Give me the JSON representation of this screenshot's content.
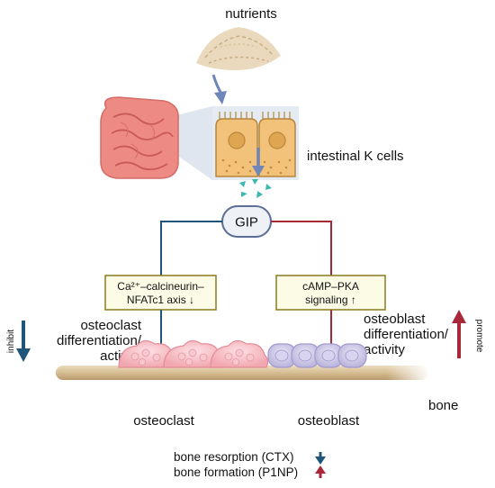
{
  "nutrients": {
    "label": "nutrients"
  },
  "cells": {
    "label": "intestinal K cells"
  },
  "hormone": {
    "label": "GIP"
  },
  "left_pathway": {
    "line1": "Ca²⁺–calcineurin–",
    "line2": "NFATc1 axis ↓"
  },
  "right_pathway": {
    "line1": "cAMP–PKA",
    "line2": "signaling ↑"
  },
  "osteoclast_effect": {
    "line1": "osteoclast",
    "line2": "differentiation/",
    "line3": "activity"
  },
  "osteoblast_effect": {
    "line1": "osteoblast",
    "line2": "differentiation/",
    "line3": "activity"
  },
  "inhibit": {
    "label": "inhibit"
  },
  "promote": {
    "label": "promote"
  },
  "bone": {
    "label": "bone"
  },
  "osteoclast": {
    "label": "osteoclast"
  },
  "osteoblast": {
    "label": "osteoblast"
  },
  "markers": {
    "resorption": "bone resorption (CTX)",
    "formation": "bone formation (P1NP)"
  },
  "colors": {
    "inhibit_blue": "#1e5578",
    "promote_red": "#a8283a",
    "box_fill": "#fbfbe6",
    "box_border": "#8a7a22",
    "bone": "#d8c29c",
    "intestine": "#ee8a84",
    "k_cell": "#f3c27a",
    "gip_fill": "#eef1f6",
    "granule": "#3bb8b0",
    "osteoclast": "#f5b9bf",
    "osteoblast": "#cbc6e6"
  },
  "icons": [
    "grain-pile-icon",
    "intestine-icon",
    "k-cell-icon",
    "osteoclast-cell-icon",
    "osteoblast-cell-icon",
    "down-arrow-icon",
    "up-arrow-icon"
  ]
}
